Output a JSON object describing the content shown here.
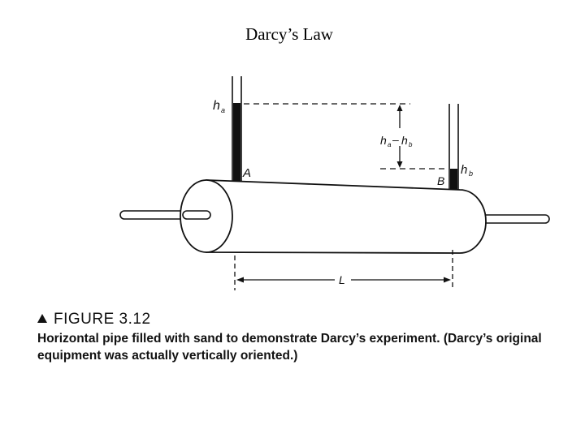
{
  "title": "Darcy’s Law",
  "labels": {
    "ha": "h",
    "ha_sub": "a",
    "diff_a": "h",
    "diff_a_sub": "a",
    "diff_b": "h",
    "diff_b_sub": "b",
    "hb": "h",
    "hb_sub": "b",
    "point_a": "A",
    "point_b": "B",
    "length": "L"
  },
  "caption": {
    "figure_label": "FIGURE 3.12",
    "text": "Horizontal pipe filled with sand to demonstrate Darcy’s experiment. (Darcy’s original equipment was actually vertically oriented.)"
  },
  "colors": {
    "ink": "#111111",
    "water": "#111111",
    "pipe_fill": "#ffffff"
  }
}
